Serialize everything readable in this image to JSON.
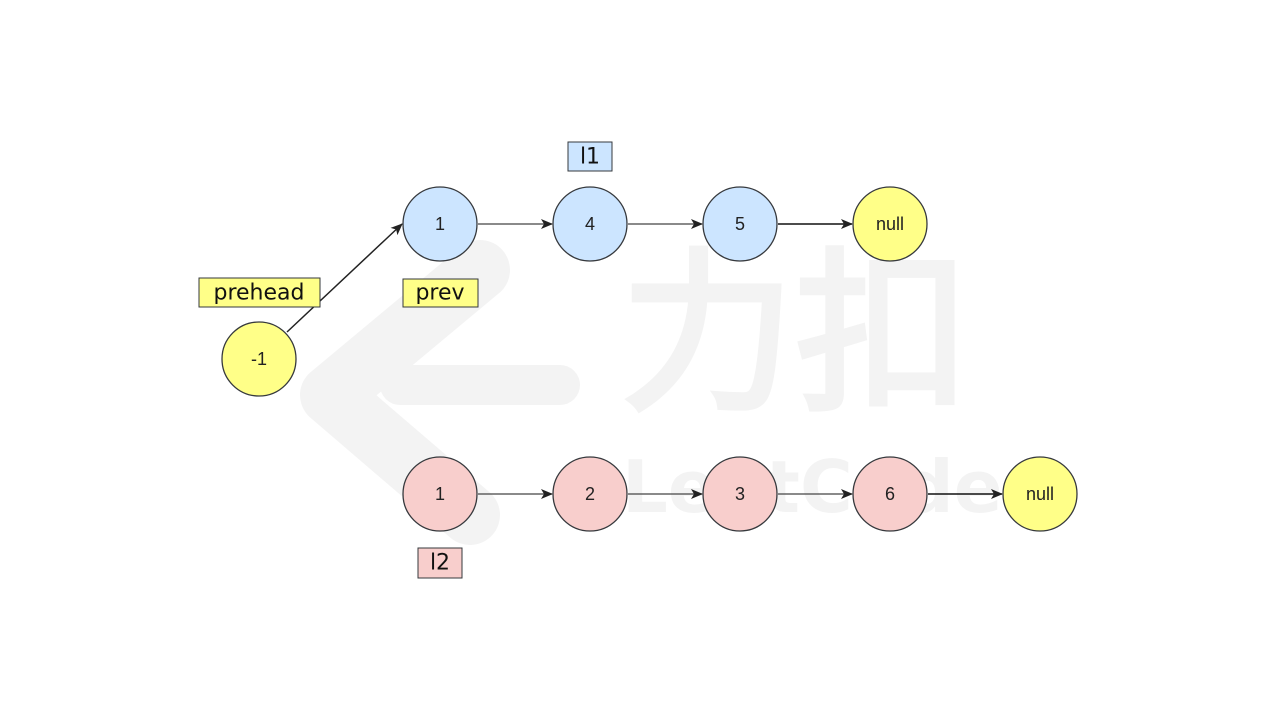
{
  "diagram": {
    "watermark": {
      "glyphs": "力扣",
      "word": "LeetCode",
      "color": "#f3f3f3"
    },
    "colors": {
      "list1_fill": "#cce5ff",
      "list2_fill": "#f8cecc",
      "special_fill": "#ffff88",
      "stroke": "#36393d",
      "arrow": "#222222"
    },
    "nodes": {
      "prehead": "-1",
      "list1": [
        "1",
        "4",
        "5",
        "null"
      ],
      "list2": [
        "1",
        "2",
        "3",
        "6",
        "null"
      ]
    },
    "tags": {
      "prehead": "prehead",
      "prev": "prev",
      "l1": "l1",
      "l2": "l2"
    }
  }
}
